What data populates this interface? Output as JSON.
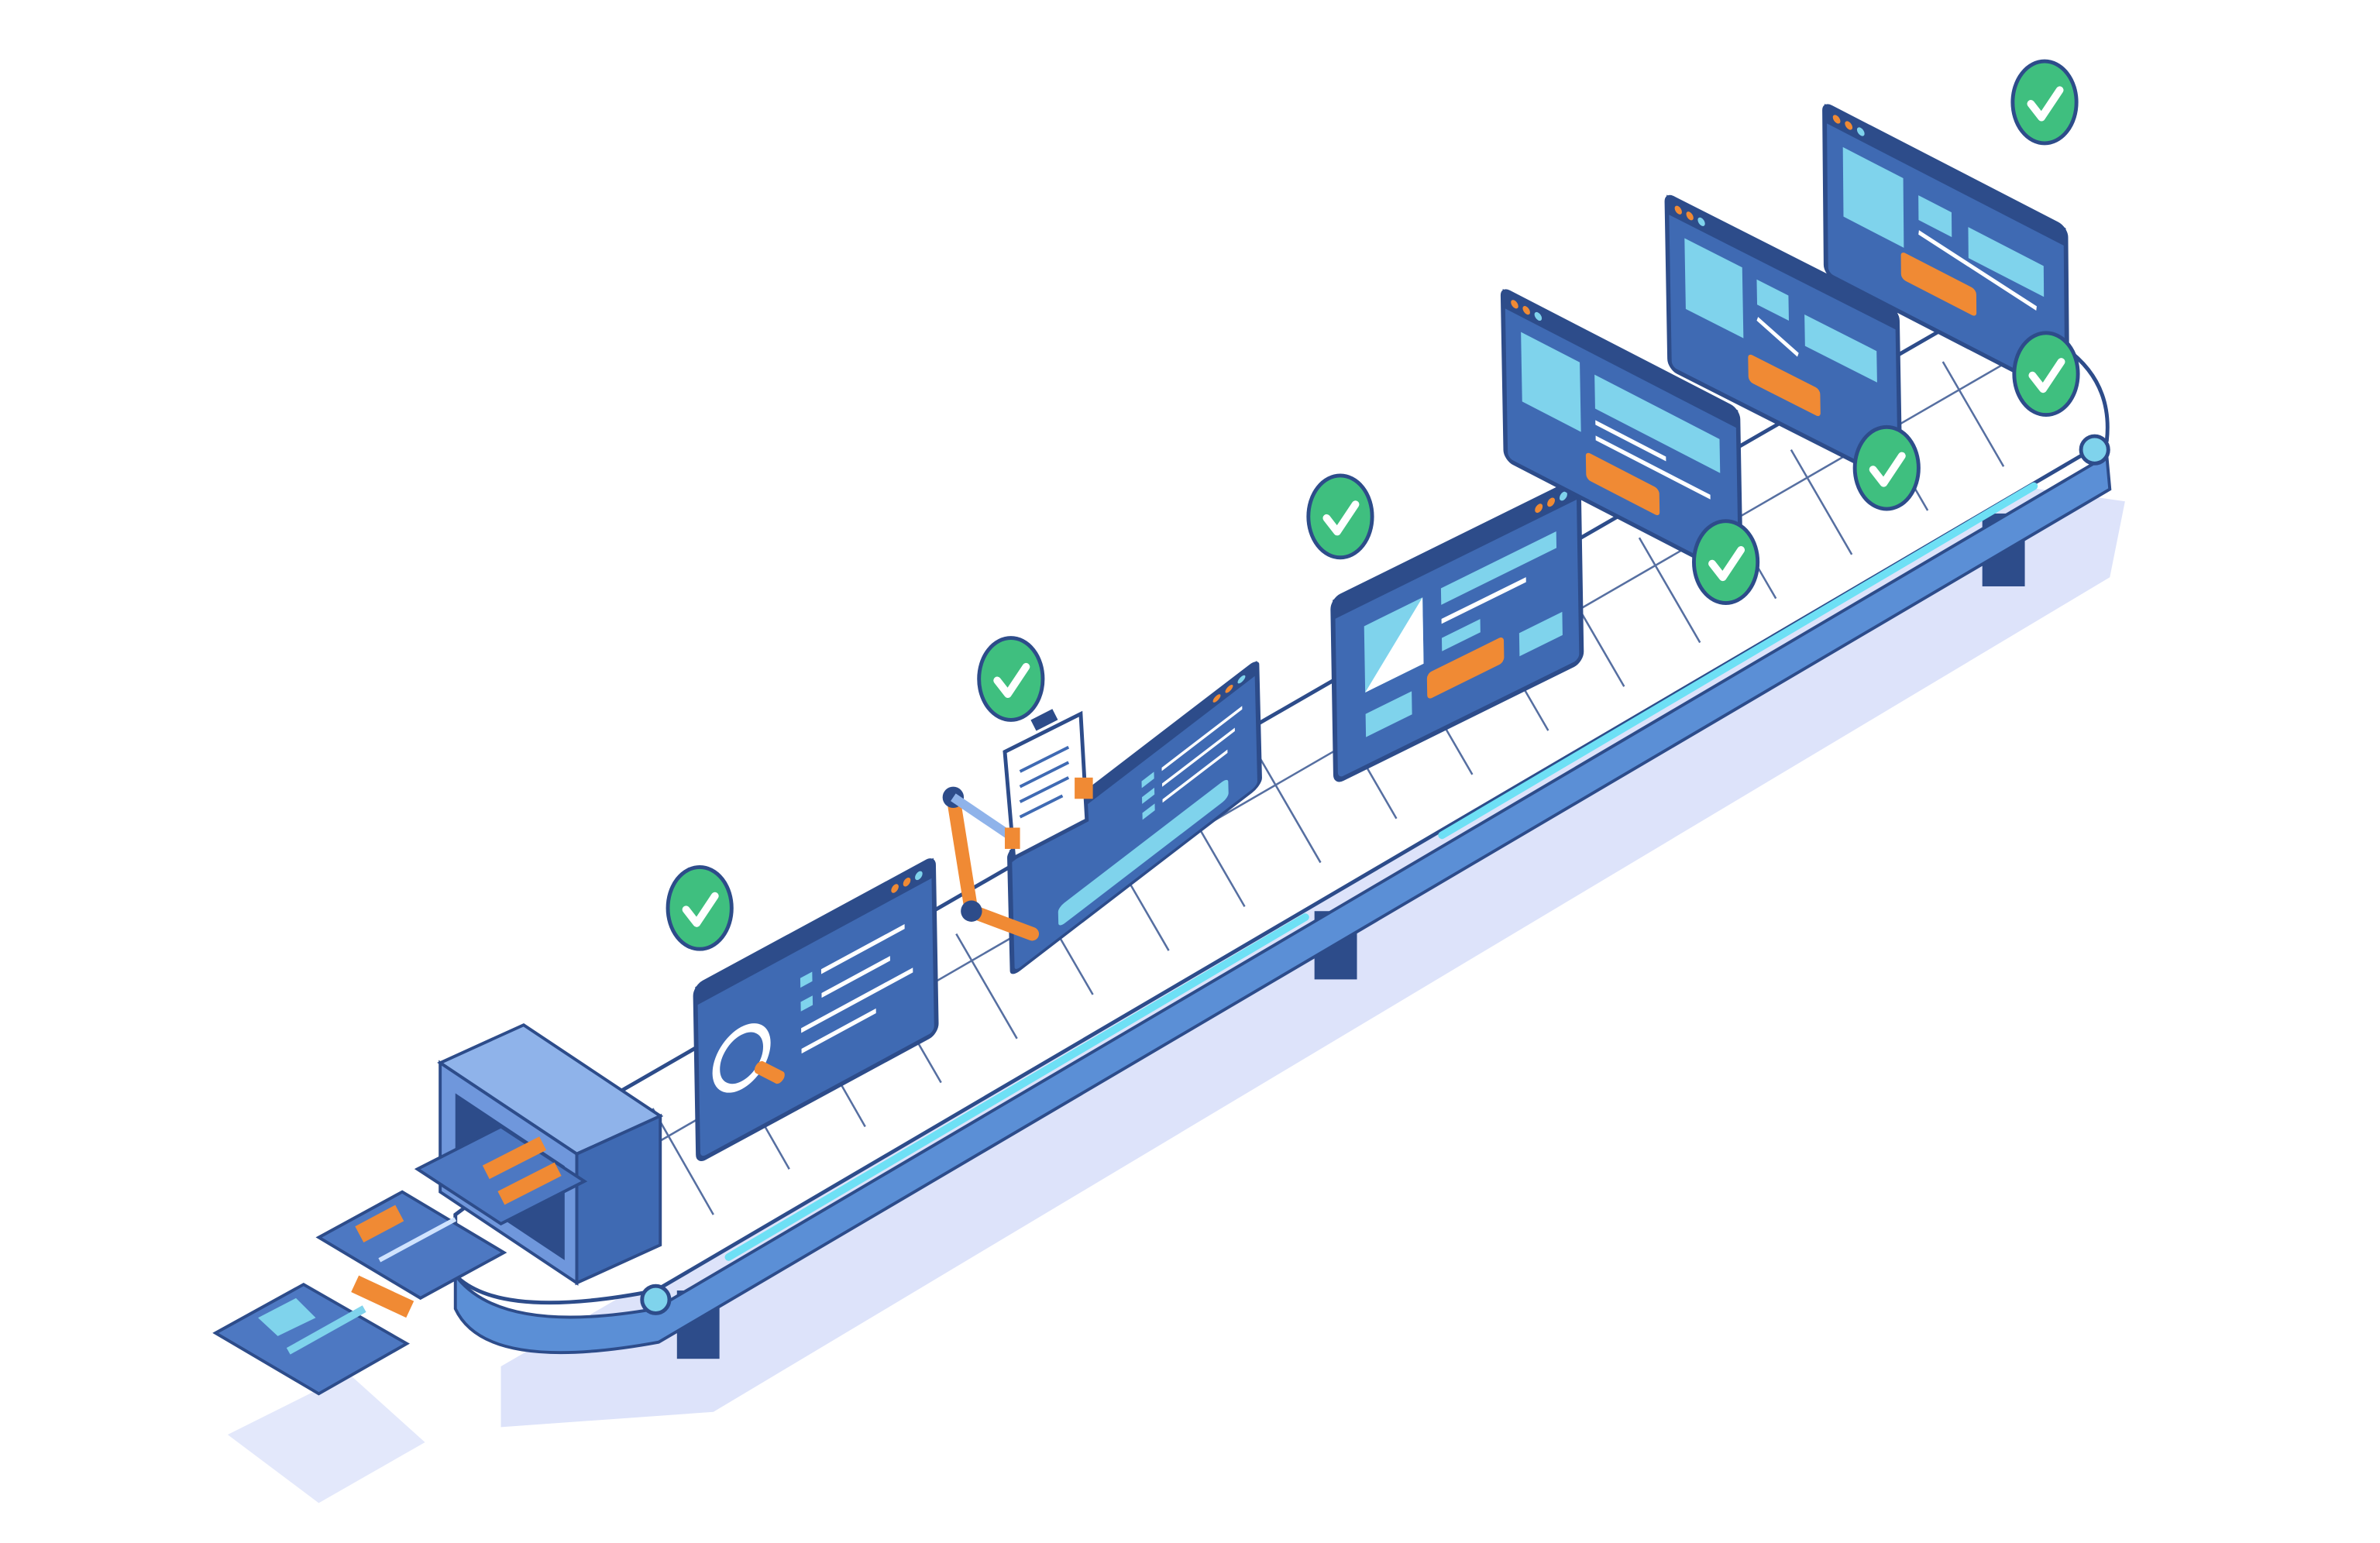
{
  "illustration": {
    "subject": "conveyor-belt-of-web-page-screens",
    "screen_count": 6,
    "check_badge_count": 7,
    "colors": {
      "background": "#ffffff",
      "screen_frame": "#3f6ab3",
      "screen_titlebar": "#2d4c8a",
      "screen_accent": "#7fd3ec",
      "button_orange": "#f08a34",
      "check_green": "#3fbf7f",
      "belt_surface": "#ffffff",
      "belt_rail": "#5b8fd6",
      "belt_glow": "#6ee0f5",
      "shadow": "#d3daf7",
      "legs": "#2d4c8a"
    }
  }
}
